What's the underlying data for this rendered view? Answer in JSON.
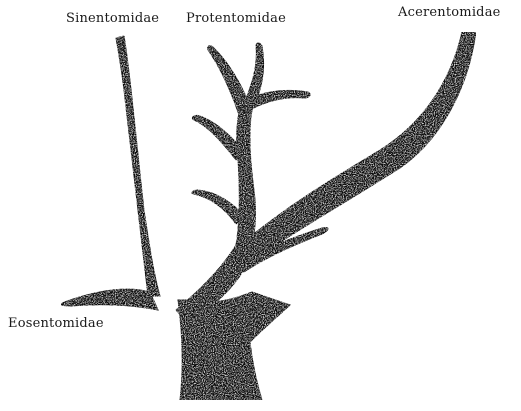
{
  "figure": {
    "labels": {
      "sinentomidae": "Sinentomidae",
      "protentomidae": "Protentomidae",
      "acerentomidae": "Acerentomidae",
      "eosentomidae": "Eosentomidae"
    },
    "colors": {
      "background": "#ffffff",
      "ink": "#111111",
      "speckle": "#ffffff"
    }
  }
}
